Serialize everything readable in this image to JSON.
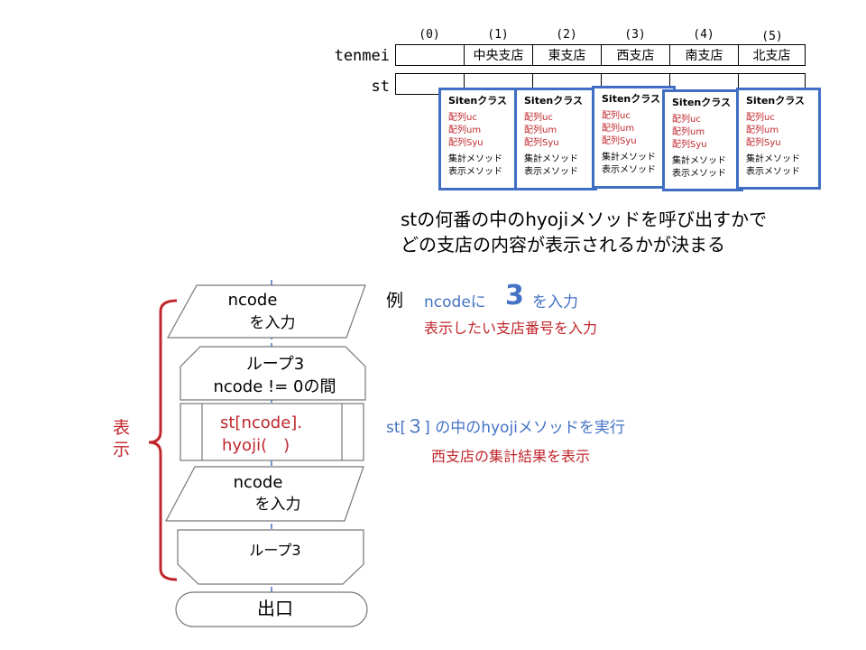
{
  "array": {
    "indices": [
      "(0)",
      "(1)",
      "(2)",
      "(3)",
      "(4)",
      "(5)"
    ],
    "tenmei_label": "tenmei",
    "tenmei_values": [
      "",
      "中央支店",
      "東支店",
      "西支店",
      "南支店",
      "北支店"
    ],
    "st_label": "st"
  },
  "cards": [
    {
      "title": "Sitenクラス",
      "fields": [
        "配列uc",
        "配列um",
        "配列Syu"
      ],
      "methods": [
        "集計メソッド",
        "表示メソッド"
      ]
    },
    {
      "title": "Sitenクラス",
      "fields": [
        "配列uc",
        "配列um",
        "配列Syu"
      ],
      "methods": [
        "集計メソッド",
        "表示メソッド"
      ]
    },
    {
      "title": "Sitenクラス",
      "fields": [
        "配列uc",
        "配列um",
        "配列Syu"
      ],
      "methods": [
        "集計メソッド",
        "表示メソッド"
      ]
    },
    {
      "title": "Sitenクラス",
      "fields": [
        "配列uc",
        "配列um",
        "配列Syu"
      ],
      "methods": [
        "集計メソッド",
        "表示メソッド"
      ]
    },
    {
      "title": "Sitenクラス",
      "fields": [
        "配列uc",
        "配列um",
        "配列Syu"
      ],
      "methods": [
        "集計メソッド",
        "表示メソッド"
      ]
    }
  ],
  "explanation": {
    "line1": "stの何番の中のhyojiメソッドを呼び出すかで",
    "line2": "どの支店の内容が表示されるかが決まる"
  },
  "example": {
    "prefix": "例",
    "ncode": "ncodeに",
    "number": "3",
    "suffix": "を入力",
    "sub": "表示したい支店番号を入力"
  },
  "call_note": {
    "st": "st[",
    "num": "３",
    "rest": "] の中の",
    "hyoji": "hyoji",
    "tail": "メソッドを実行",
    "sub": "西支店の集計結果を表示"
  },
  "flowchart": {
    "input1_line1": "ncode",
    "input1_line2": "を入力",
    "loop_start_line1": "ループ3",
    "loop_start_line2": "ncode != 0の間",
    "process_line1": "st[ncode].",
    "process_line2": "hyoji(　)",
    "input2_line1": "ncode",
    "input2_line2": "を入力",
    "loop_end": "ループ3",
    "exit": "出口",
    "brace_label_1": "表",
    "brace_label_2": "示"
  },
  "colors": {
    "accent_blue": "#4472c4",
    "card_border": "#3f6ec4",
    "red": "#c0272d"
  }
}
